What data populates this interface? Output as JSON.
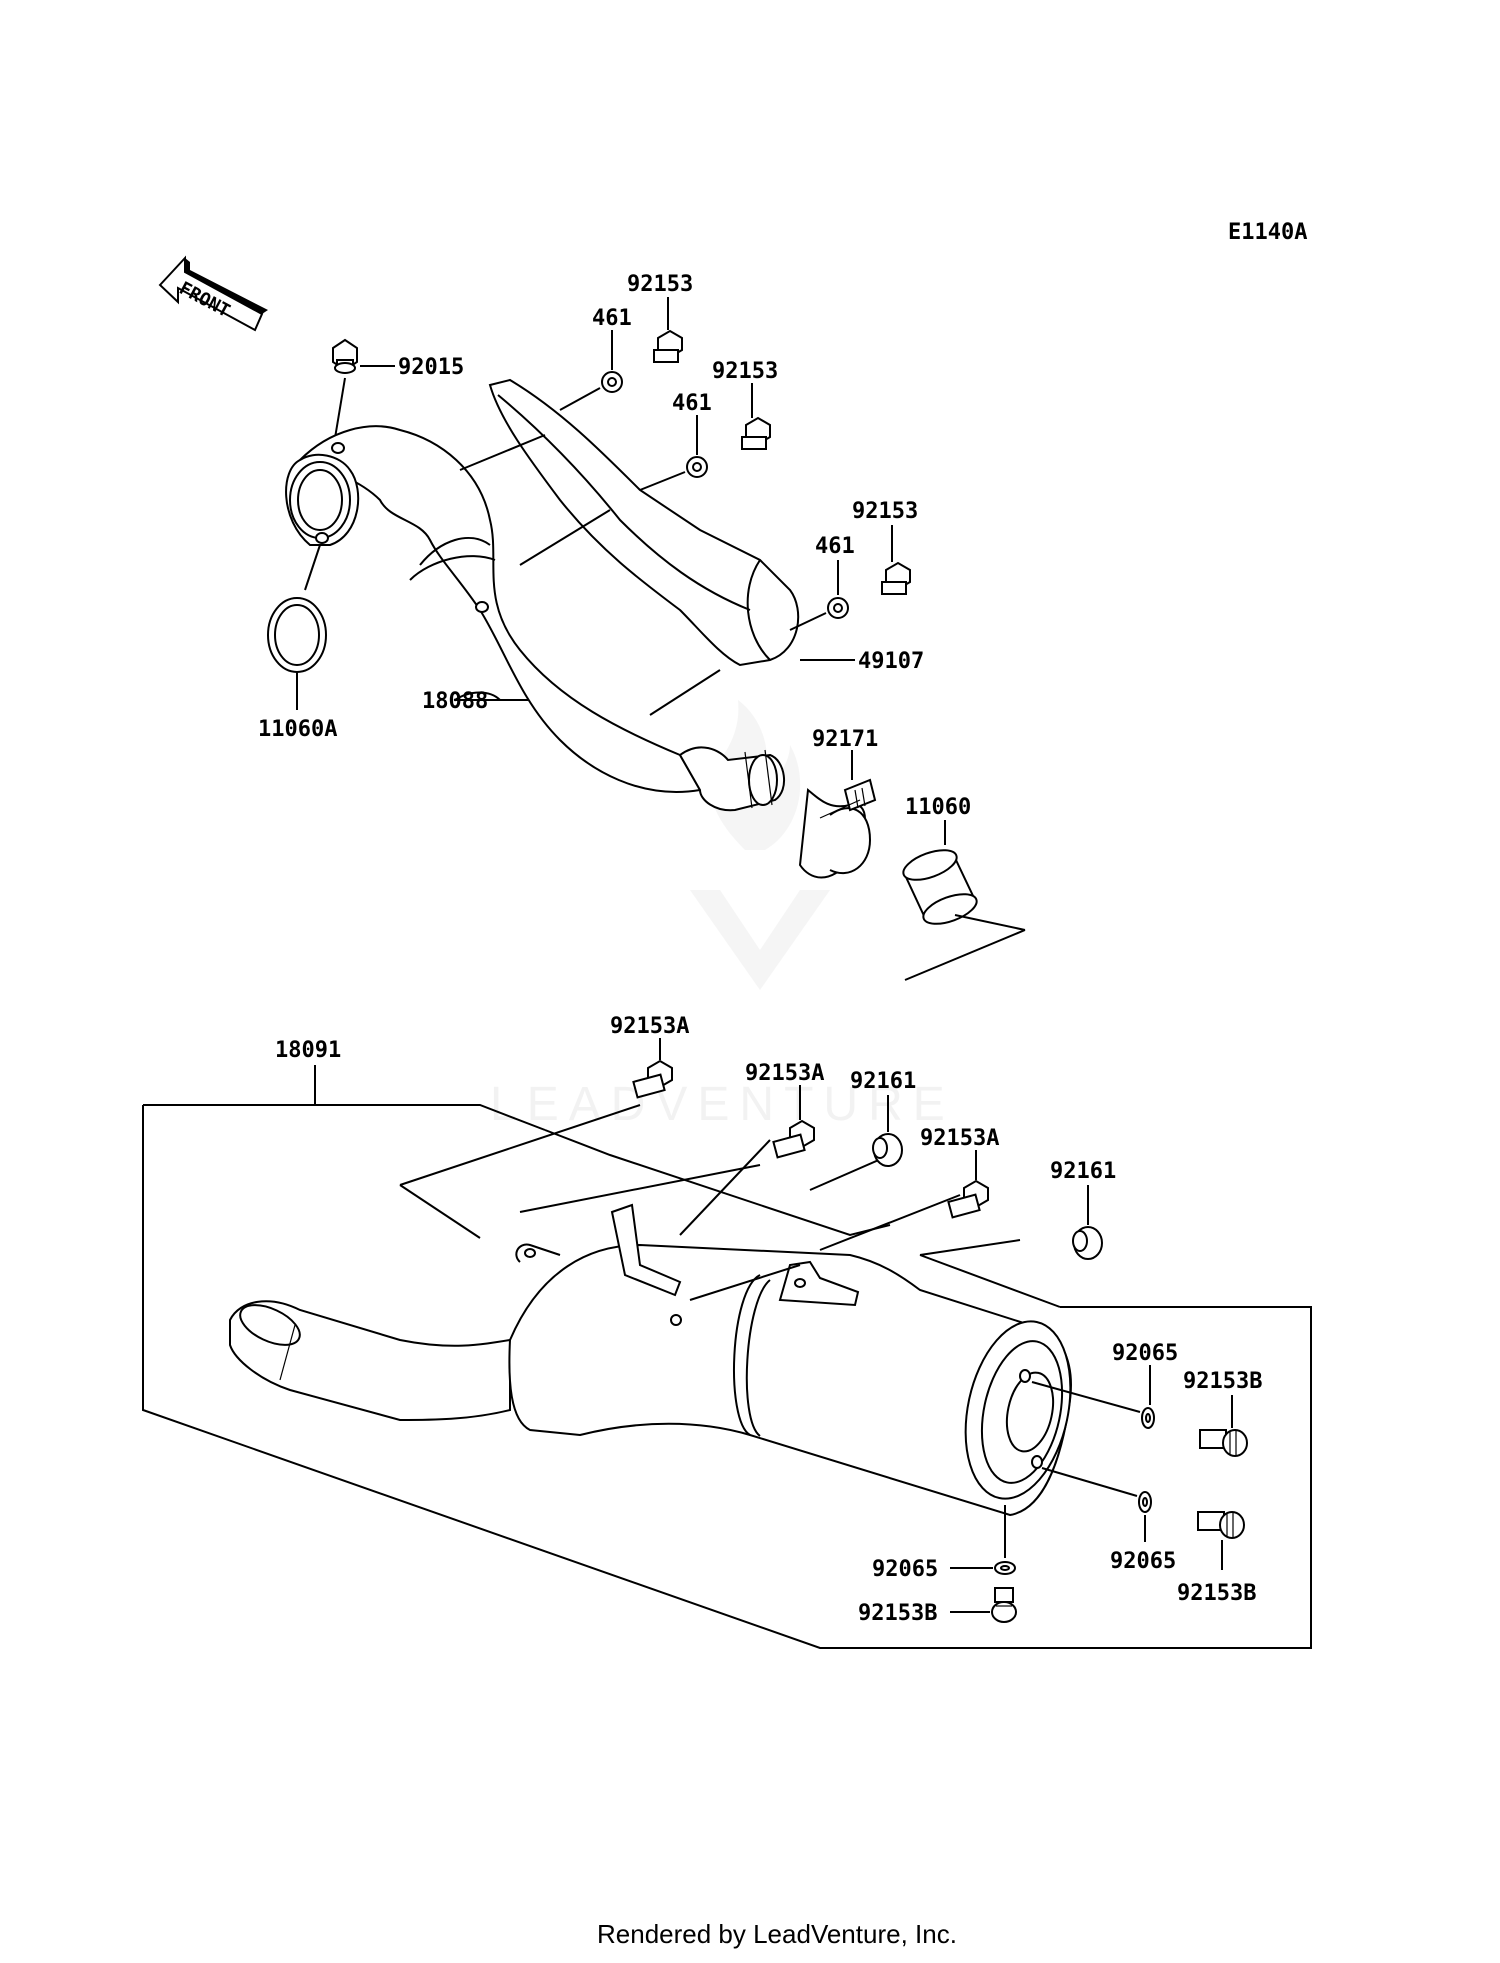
{
  "diagram_code": "E1140A",
  "front_label": "FRONT",
  "watermark": "LEADVENTURE",
  "footer": "Rendered by LeadVenture, Inc.",
  "labels": {
    "p92015": "92015",
    "p11060A": "11060A",
    "p18088": "18088",
    "p461_a": "461",
    "p92153_a": "92153",
    "p461_b": "461",
    "p92153_b": "92153",
    "p461_c": "461",
    "p92153_c": "92153",
    "p49107": "49107",
    "p92171": "92171",
    "p11060": "11060",
    "p18091": "18091",
    "p92153A_a": "92153A",
    "p92153A_b": "92153A",
    "p92161_a": "92161",
    "p92153A_c": "92153A",
    "p92161_b": "92161",
    "p92065_a": "92065",
    "p92153B_a": "92153B",
    "p92065_b": "92065",
    "p92153B_b": "92153B",
    "p92065_c": "92065",
    "p92153B_c": "92153B"
  }
}
